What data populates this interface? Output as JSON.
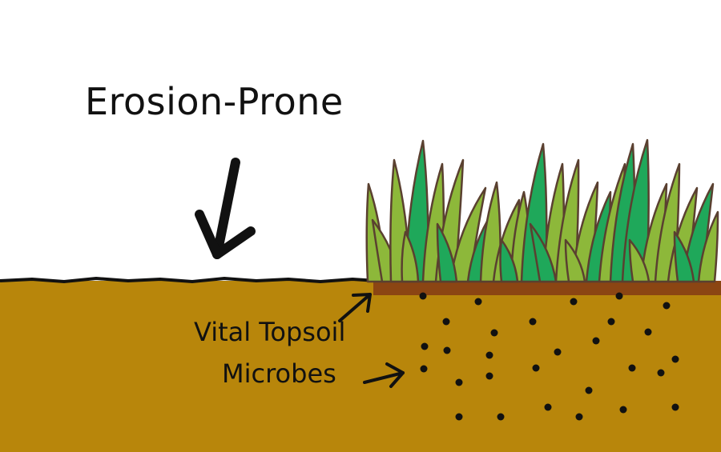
{
  "diagram": {
    "title": "Erosion-Prone",
    "labels": {
      "topsoil": "Vital Topsoil",
      "microbes": "Microbes"
    }
  },
  "colors": {
    "soil": "#B8860B",
    "topsoil_layer": "#8B4513",
    "grass_dark": "#1FA85A",
    "grass_light": "#8DB83A",
    "outline": "#5A4030",
    "microbe_dots": "#111111",
    "ink": "#111111"
  }
}
